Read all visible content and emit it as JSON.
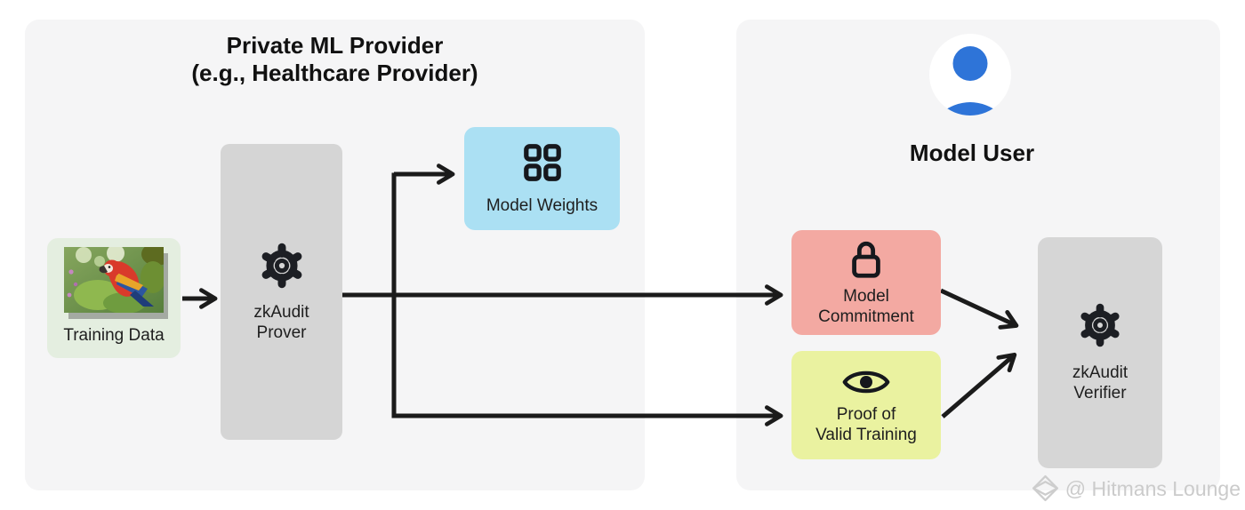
{
  "left_panel": {
    "title_line1": "Private ML Provider",
    "title_line2": "(e.g., Healthcare Provider)",
    "background": "#f5f5f6",
    "nodes": {
      "training_data": {
        "label": "Training Data",
        "background": "#e4eee0",
        "icon": "parrot-photo"
      },
      "zkaudit_prover": {
        "label_line1": "zkAudit",
        "label_line2": "Prover",
        "background": "#d5d5d5",
        "icon": "gear-icon"
      },
      "model_weights": {
        "label": "Model Weights",
        "background": "#abe0f3",
        "icon": "grid-icon"
      }
    }
  },
  "right_panel": {
    "title": "Model User",
    "background": "#f5f5f6",
    "avatar_icon": "person-icon",
    "nodes": {
      "model_commitment": {
        "label_line1": "Model",
        "label_line2": "Commitment",
        "background": "#f3a9a2",
        "icon": "lock-icon"
      },
      "proof_valid_training": {
        "label_line1": "Proof of",
        "label_line2": "Valid Training",
        "background": "#eaf2a0",
        "icon": "eye-icon"
      },
      "zkaudit_verifier": {
        "label_line1": "zkAudit",
        "label_line2": "Verifier",
        "background": "#d6d6d6",
        "icon": "gear-icon"
      }
    }
  },
  "flows": [
    "Training Data -> zkAudit Prover",
    "zkAudit Prover -> Model Weights",
    "zkAudit Prover -> Model Commitment",
    "zkAudit Prover -> Proof of Valid Training",
    "Model Commitment -> zkAudit Verifier",
    "Proof of Valid Training -> zkAudit Verifier"
  ],
  "watermark": {
    "text": "@ Hitmans Lounge",
    "icon": "gem-icon",
    "color": "#cbcbcb"
  },
  "colors": {
    "arrow": "#1b1b1b",
    "panel_background": "#f5f5f6",
    "gray_node": "#d5d5d5",
    "blue_node": "#abe0f3",
    "pink_node": "#f3a9a2",
    "yellow_node": "#eaf2a0",
    "green_node": "#e4eee0",
    "person_blue": "#2e74d8",
    "icon_dark": "#1d1f24"
  }
}
